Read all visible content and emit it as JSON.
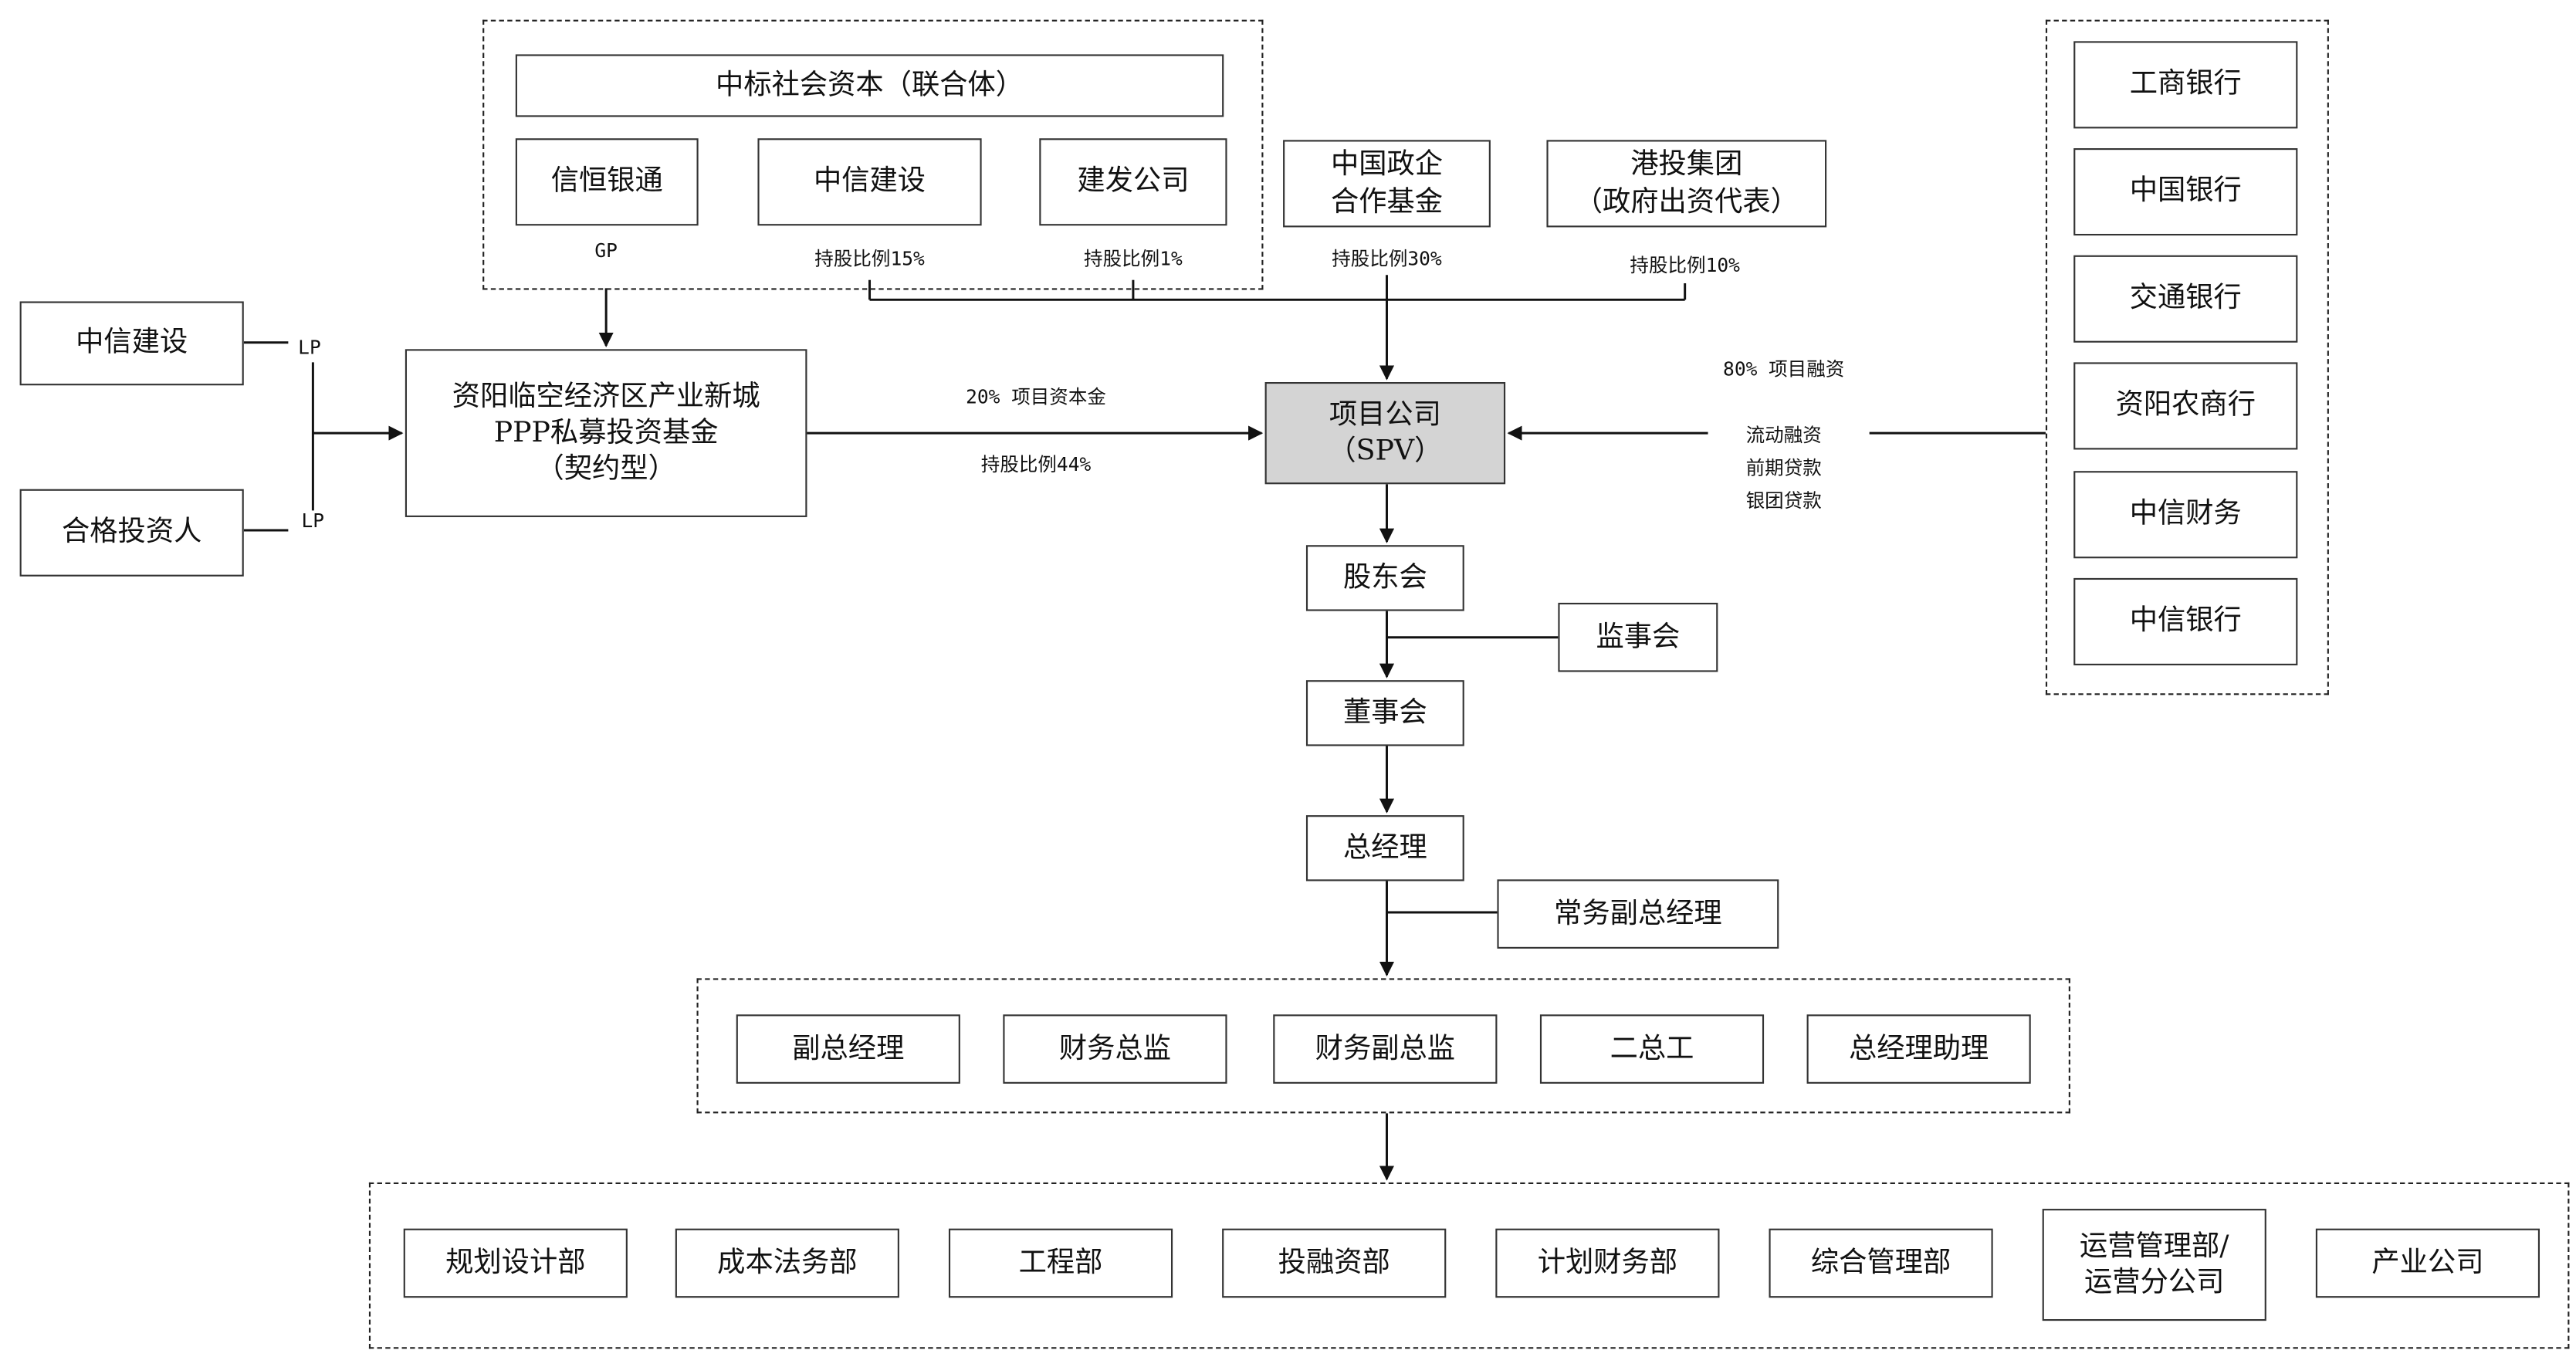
{
  "top_group": {
    "consortium": "中标社会资本（联合体）",
    "members": [
      "信恒银通",
      "中信建设",
      "建发公司"
    ],
    "labels": {
      "gp": "GP",
      "zxjs_share": "持股比例15%",
      "jf_share": "持股比例1%"
    }
  },
  "investors": {
    "zxjs": "中信建设",
    "qualified": "合格投资人",
    "lp": "LP"
  },
  "fund": {
    "line1": "资阳临空经济区产业新城",
    "line2": "PPP私募投资基金",
    "line3": "（契约型）",
    "capital_label": "20% 项目资本金",
    "share_label": "持股比例44%"
  },
  "gov_fund": {
    "line1": "中国政企",
    "line2": "合作基金",
    "share": "持股比例30%"
  },
  "port_group": {
    "line1": "港投集团",
    "line2": "（政府出资代表）",
    "share": "持股比例10%"
  },
  "spv": {
    "line1": "项目公司",
    "line2": "（SPV）"
  },
  "financing": {
    "title": "80% 项目融资",
    "items": [
      "流动融资",
      "前期贷款",
      "银团贷款"
    ]
  },
  "banks": [
    "工商银行",
    "中国银行",
    "交通银行",
    "资阳农商行",
    "中信财务",
    "中信银行"
  ],
  "governance": {
    "shareholders": "股东会",
    "supervisors": "监事会",
    "board": "董事会",
    "gm": "总经理",
    "exec_vgm": "常务副总经理"
  },
  "executives": [
    "副总经理",
    "财务总监",
    "财务副总监",
    "二总工",
    "总经理助理"
  ],
  "departments": [
    "规划设计部",
    "成本法务部",
    "工程部",
    "投融资部",
    "计划财务部",
    "综合管理部",
    "运营管理部/",
    "运营分公司",
    "产业公司"
  ],
  "colors": {
    "line": "#111111",
    "spv_fill": "#d4d4d4",
    "border": "#333333"
  }
}
